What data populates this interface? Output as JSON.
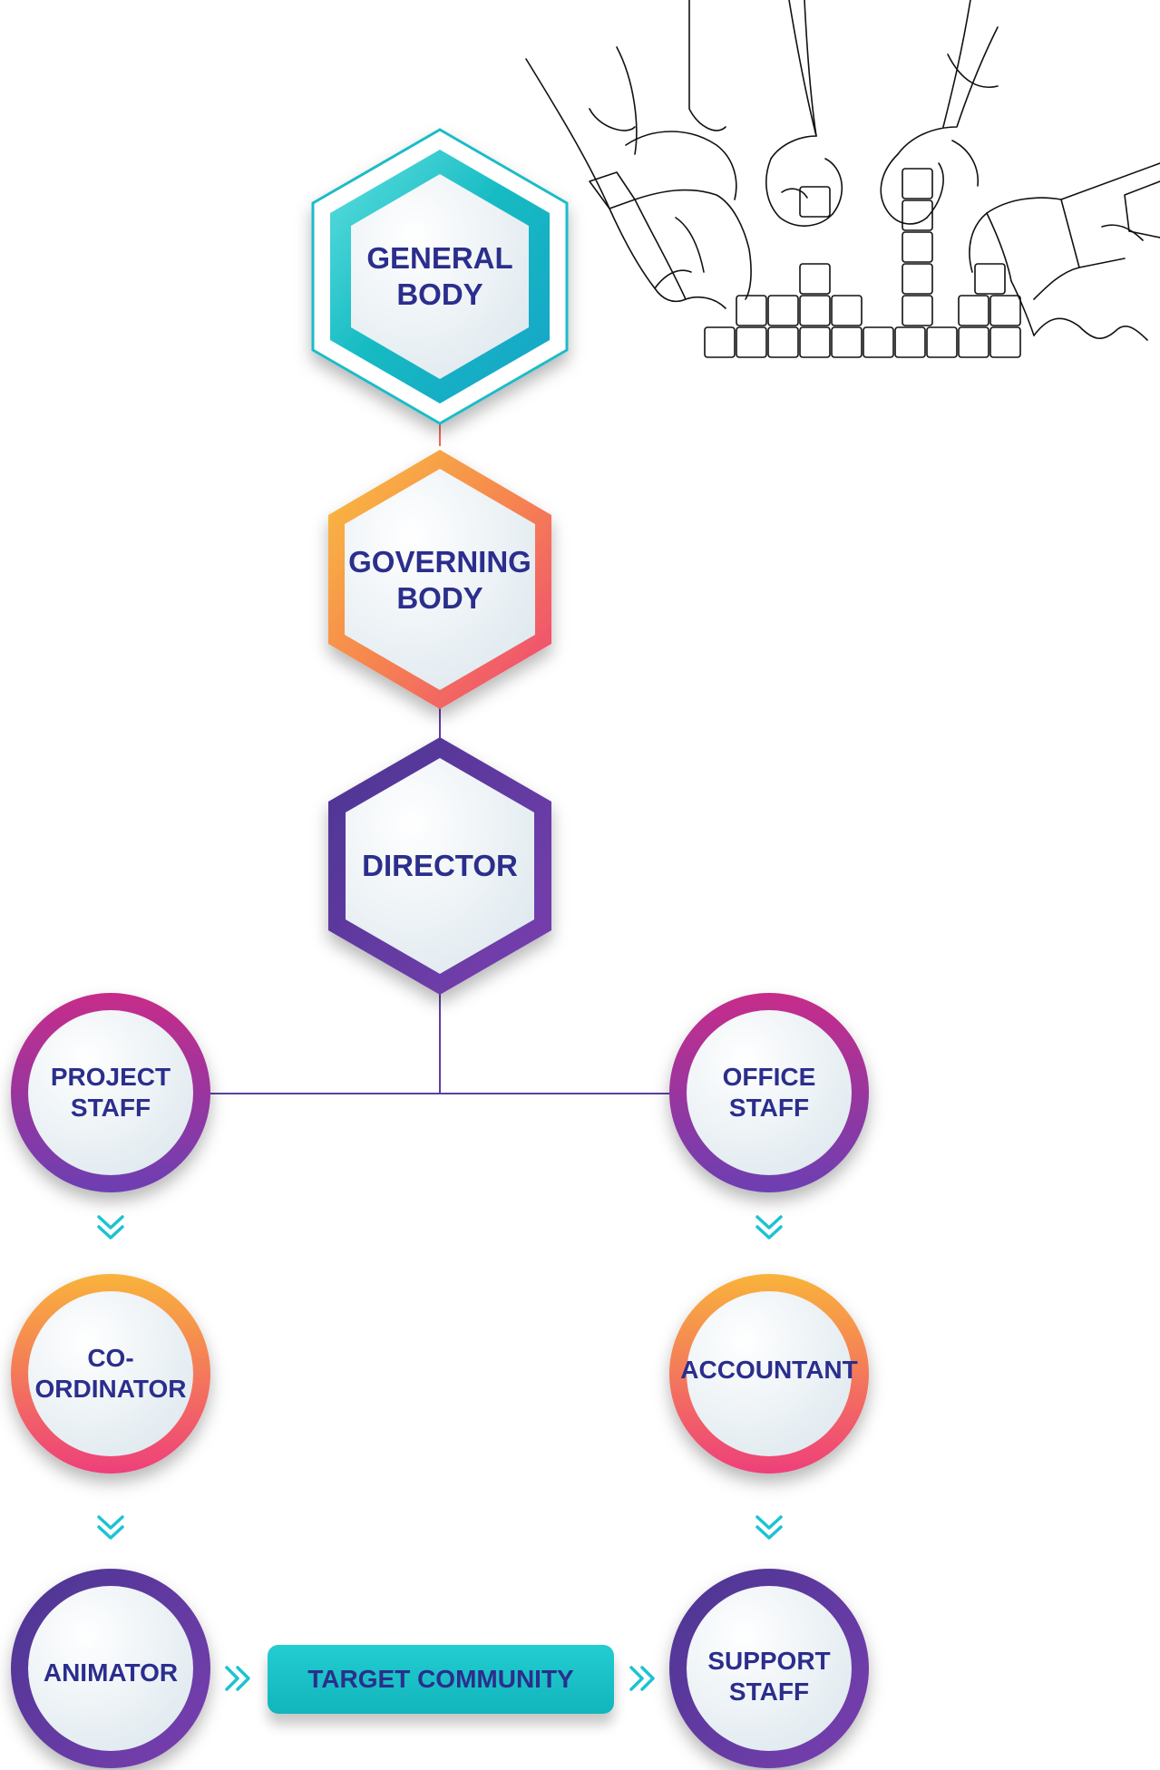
{
  "nodes": {
    "general_body": "GENERAL\nBODY",
    "governing_body": "GOVERNING\nBODY",
    "director": "DIRECTOR",
    "project_staff": "PROJECT\nSTAFF",
    "office_staff": "OFFICE\nSTAFF",
    "coordinator": "CO-\nORDINATOR",
    "accountant": "ACCOUNTANT",
    "animator": "ANIMATOR",
    "support_staff": "SUPPORT\nSTAFF",
    "target_community": "TARGET COMMUNITY"
  },
  "colors": {
    "text": "#2b2e8c",
    "teal": "#17bfc4",
    "orange": "#f7a543",
    "pink": "#ef4f7a",
    "purple": "#5b3fa3",
    "magenta": "#c2369b",
    "chevron": "#1cc3d2",
    "node_fill": "#eef4f8"
  },
  "icons": {
    "chevron": "double-chevron-down-icon",
    "arrow": "double-chevron-right-icon",
    "illustration": "hands-stacking-blocks-illustration"
  }
}
